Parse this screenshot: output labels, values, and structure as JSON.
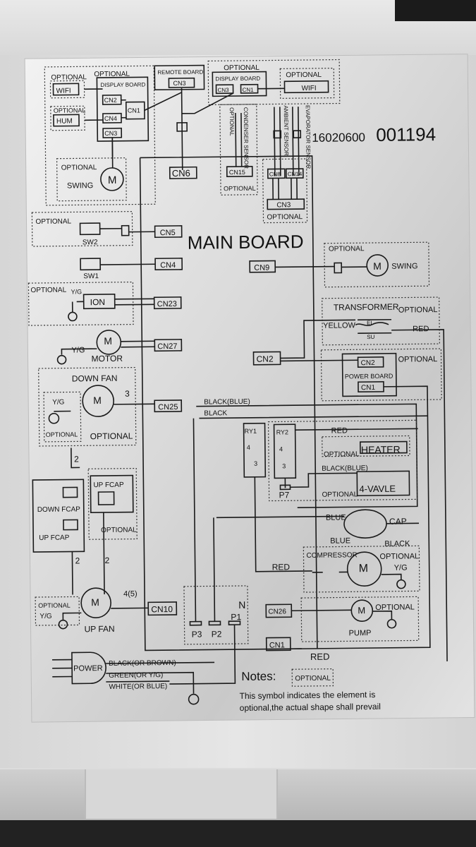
{
  "label": {
    "part_number_prefix": "16020600",
    "part_number_suffix": "001194",
    "main_board": "MAIN BOARD",
    "optional": "OPTIONAL",
    "wifi": "WIFI",
    "hum": "HUM",
    "display_board": "DISPLAY BOARD",
    "remote_board": "REMOTE BOARD",
    "cn1": "CN1",
    "cn2": "CN2",
    "cn3": "CN3",
    "cn4": "CN4",
    "cn5": "CN5",
    "cn6": "CN6",
    "cn8": "CN8",
    "cn9": "CN9",
    "cn10": "CN10",
    "cn14": "CN14",
    "cn15": "CN15",
    "cn23": "CN23",
    "cn25": "CN25",
    "cn26": "CN26",
    "cn27": "CN27",
    "swing": "SWING",
    "m": "M",
    "condenser_sensor": "CONDENSER SENSOR",
    "ambient_sensor": "AMBIENT SENSOR",
    "evaporator_sensor": "EVAPORATOR SENSOR",
    "sw1": "SW1",
    "sw2": "SW2",
    "ion": "ION",
    "yg": "Y/G",
    "motor": "MOTOR",
    "down_fan": "DOWN FAN",
    "up_fan": "UP FAN",
    "down_fcap": "DOWN FCAP",
    "up_fcap": "UP FCAP",
    "transformer": "TRANSFORMER",
    "yellow": "YELLOW",
    "red": "RED",
    "el": "EL",
    "su": "SU",
    "power_board": "POWER BOARD",
    "black_blue": "BLACK(BLUE)",
    "black": "BLACK",
    "ry1": "RY1",
    "ry2": "RY2",
    "heater": "HEATER",
    "four_vavle": "4-VAVLE",
    "p1": "P1",
    "p2": "P2",
    "p3": "P3",
    "p7": "P7",
    "n": "N",
    "blue": "BLUE",
    "cap": "CAP",
    "compressor": "COMPRESSOR",
    "pump": "PUMP",
    "power": "POWER",
    "black_or_brown": "BLACK(OR BROWN)",
    "green_or_yg": "GREEN(OR Y/G)",
    "white_or_blue": "WHITE(OR BLUE)",
    "notes": "Notes:",
    "notes_line1": "This symbol indicates the element is",
    "notes_line2": "optional,the actual shape shall prevail",
    "wire_2": "2",
    "wire_3": "3",
    "wire_4_5": "4(5)",
    "relay_4": "4",
    "relay_3": "3"
  }
}
